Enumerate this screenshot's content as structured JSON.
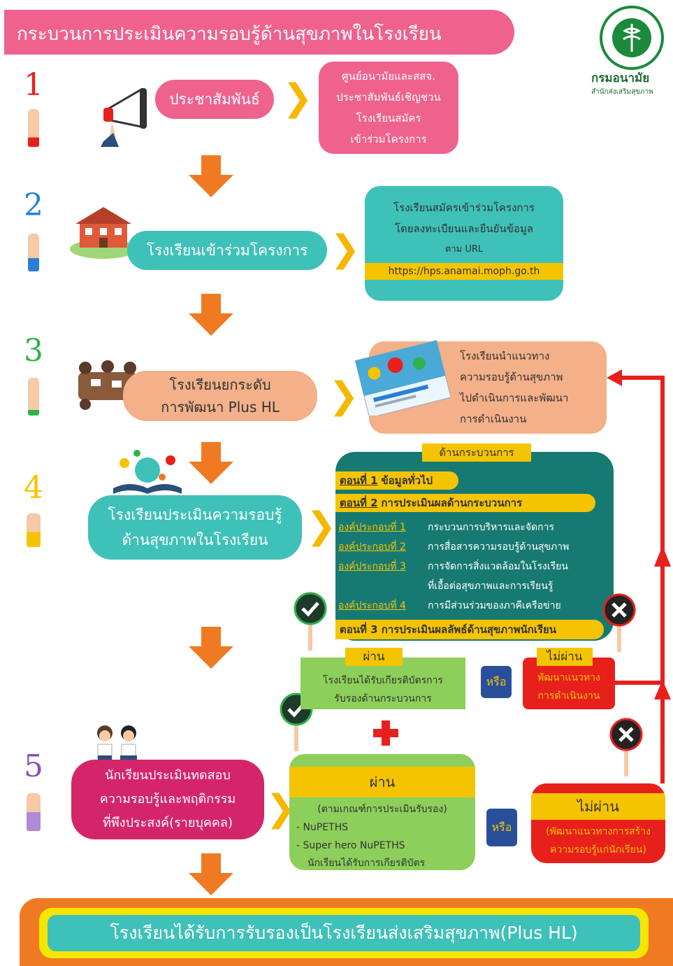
{
  "title": "กระบวนการประเมินความรอบรู้ด้านสุขภาพในโรงเรียน",
  "logo": {
    "name": "กรมอนามัย",
    "sub": "สำนักส่งเสริมสุขภาพ"
  },
  "steps": [
    {
      "number": "1",
      "label": "ประชาสัมพันธ์",
      "detail": [
        "ศูนย์อนามัยและสสจ.",
        "ประชาสัมพันธ์เชิญชวน",
        "โรงเรียนสมัคร",
        "เข้าร่วมโครงการ"
      ]
    },
    {
      "number": "2",
      "label": "โรงเรียนเข้าร่วมโครงการ",
      "detail": [
        "โรงเรียนสมัครเข้าร่วมโครงการ",
        "โดยลงทะเบียนและยืนยันข้อมูล",
        "ตาม URL"
      ],
      "url": "https://hps.anamai.moph.go.th"
    },
    {
      "number": "3",
      "label": [
        "โรงเรียนยกระดับ",
        "การพัฒนา Plus HL"
      ],
      "detail": [
        "โรงเรียนนำแนวทาง",
        "ความรอบรู้ด้านสุขภาพ",
        "ไปดำเนินการและพัฒนา",
        "การดำเนินงาน"
      ]
    },
    {
      "number": "4",
      "label": [
        "โรงเรียนประเมินความรอบรู้",
        "ด้านสุขภาพในโรงเรียน"
      ]
    },
    {
      "number": "5",
      "label": [
        "นักเรียนประเมินทดสอบ",
        "ความรอบรู้และพฤติกรรม",
        "ที่พึงประสงค์(รายบุคคล)"
      ]
    }
  ],
  "process": {
    "tab": "ด้านกระบวนการ",
    "part1": {
      "head": "ตอนที่ 1",
      "text": "ข้อมูลทั่วไป"
    },
    "part2": {
      "head": "ตอนที่ 2",
      "text": "การประเมินผลด้านกระบวนการ"
    },
    "components": [
      {
        "k": "องค์ประกอบที่ 1",
        "v": "กระบวนการบริหารและจัดการ"
      },
      {
        "k": "องค์ประกอบที่ 2",
        "v": "การสื่อสารความรอบรู้ด้านสุขภาพ"
      },
      {
        "k": "องค์ประกอบที่ 3",
        "v": "การจัดการสิ่งแวดล้อมในโรงเรียน",
        "v2": "ที่เอื้อต่อสุขภาพและการเรียนรู้"
      },
      {
        "k": "องค์ประกอบที่ 4",
        "v": "การมีส่วนร่วมของภาคีเครือข่าย"
      }
    ],
    "part3": "ตอนที่ 3 การประเมินผลลัพธ์ด้านสุขภาพนักเรียน"
  },
  "pass1": {
    "tag": "ผ่าน",
    "text": [
      "โรงเรียนได้รับเกียรติบัตรการ",
      "รับรองด้านกระบวนการ"
    ]
  },
  "or1": "หรือ",
  "fail1": {
    "tag": "ไม่ผ่าน",
    "text": [
      "พัฒนาแนวทาง",
      "การดำเนินงาน"
    ]
  },
  "pass2": {
    "tag": "ผ่าน",
    "lines": [
      "(ตามเกณฑ์การประเมินรับรอง)",
      "- NuPETHS",
      "- Super hero NuPETHS",
      "นักเรียนได้รับการเกียรติบัตร"
    ]
  },
  "or2": "หรือ",
  "fail2": {
    "tag": "ไม่ผ่าน",
    "text": [
      "(พัฒนาแนวทางการสร้าง",
      "ความรอบรู้แก่นักเรียน)"
    ]
  },
  "final": "โรงเรียนได้รับการรับรองเป็นโรงเรียนส่งเสริมสุขภาพ(Plus HL)",
  "colors": {
    "pink": "#f0628e",
    "teal": "#3ec1b8",
    "peach": "#f3b089",
    "darkteal": "#177a72",
    "green": "#8ccf5a",
    "red": "#e8201c",
    "yellow": "#f5c400",
    "orange": "#f07a22",
    "magenta": "#d4256b"
  }
}
